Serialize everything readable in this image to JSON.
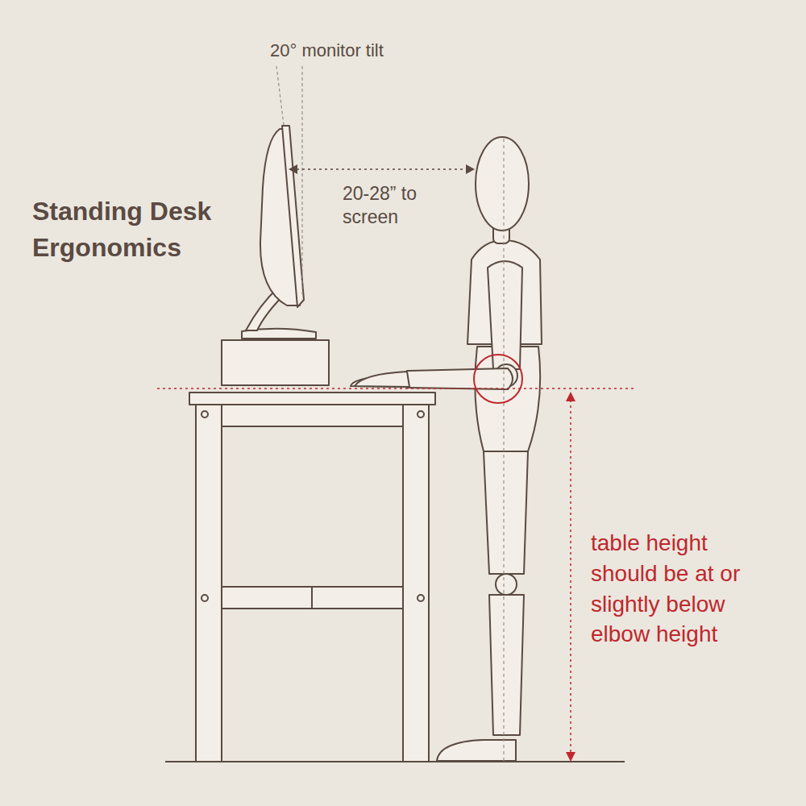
{
  "diagram": {
    "title": "Standing Desk Ergonomics",
    "labels": [
      "20° monitor tilt",
      "20-28” to screen",
      "table height should be at or slightly below elbow height"
    ]
  }
}
